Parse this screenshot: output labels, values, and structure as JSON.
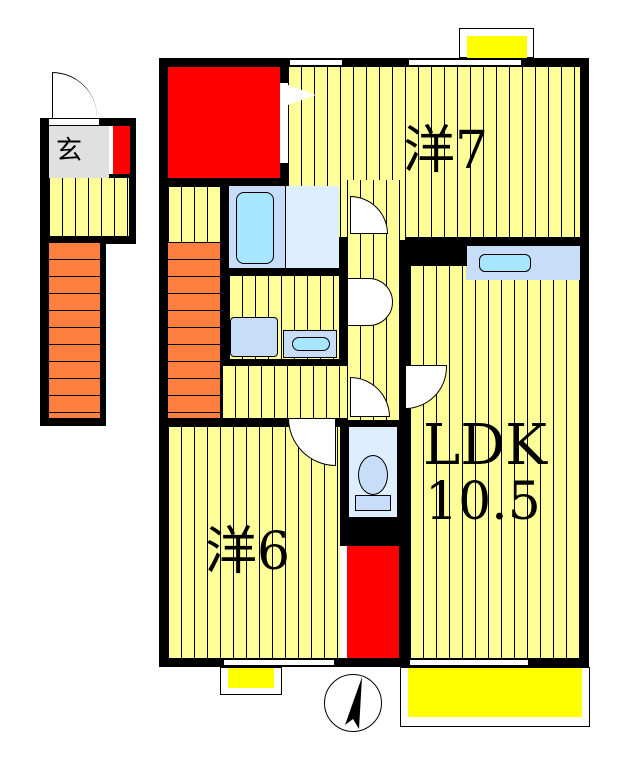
{
  "floor_plan": {
    "rooms": [
      {
        "id": "western-7",
        "label": "洋7",
        "type": "Western-style room",
        "size_jo": 7
      },
      {
        "id": "ldk",
        "label_line1": "LDK",
        "label_line2": "10.5",
        "type": "Living Dining Kitchen",
        "size_jo": 10.5
      },
      {
        "id": "western-6",
        "label": "洋6",
        "type": "Western-style room",
        "size_jo": 6
      },
      {
        "id": "entrance",
        "label": "玄",
        "type": "Entrance"
      }
    ],
    "features": [
      "closet",
      "bathroom",
      "washroom",
      "toilet",
      "kitchen-sink",
      "stairs",
      "balcony",
      "compass"
    ],
    "colors": {
      "floor": "#ffff99",
      "closet": "#ff0000",
      "stairs": "#ff7f3f",
      "wet_area": "#c8def8",
      "fixture": "#a8e6ff",
      "balcony": "#ffff00",
      "wall": "#000000"
    }
  }
}
